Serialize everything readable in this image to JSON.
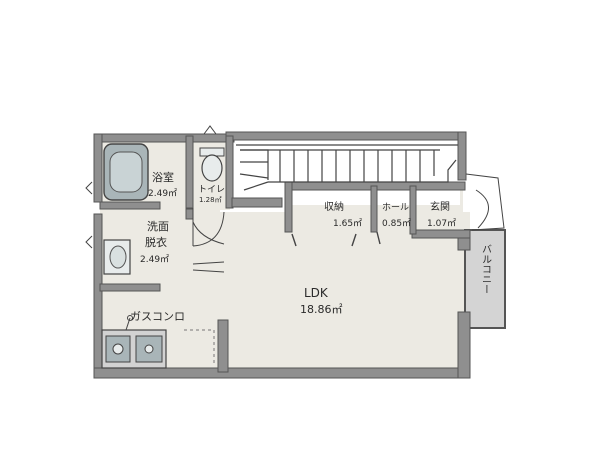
{
  "rooms": {
    "bath": {
      "name": "浴室",
      "area": "2.49㎡"
    },
    "toilet": {
      "name": "トイレ",
      "area": "1.28㎡"
    },
    "wash": {
      "name1": "洗面",
      "name2": "脱衣",
      "area": "2.49㎡"
    },
    "storage": {
      "name": "収納",
      "area": "1.65㎡"
    },
    "hall": {
      "name": "ホール",
      "area": "0.85㎡"
    },
    "entry": {
      "name": "玄関",
      "area": "1.07㎡"
    },
    "ldk": {
      "name": "LDK",
      "area": "18.86㎡"
    },
    "balcony": {
      "name": "バルコニー"
    },
    "kitchen": {
      "name": "ガスコンロ"
    }
  },
  "colors": {
    "wall": "#8f8f8f",
    "wall_edge": "#555555",
    "floor": "#eceae3",
    "balcony": "#d4d4d4",
    "tub": "#a9b5b8",
    "fixture": "#e8ecec"
  }
}
